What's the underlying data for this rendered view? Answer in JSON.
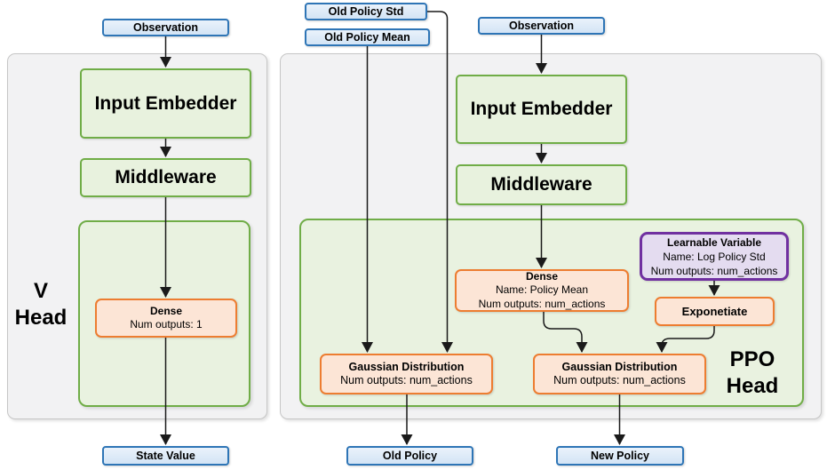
{
  "colors": {
    "blue_border": "#2e75b6",
    "blue_fill": "#dbe9f7",
    "green_border": "#70ad47",
    "green_fill": "#e8f2de",
    "orange_border": "#ed7d31",
    "orange_fill": "#fce5d6",
    "purple_border": "#7030a0",
    "purple_fill": "#e4dcf0",
    "panel_fill": "#f2f2f3",
    "wire": "#1a1a1a"
  },
  "v_head": {
    "label_line1": "V",
    "label_line2": "Head",
    "observation": "Observation",
    "input_embedder": "Input Embedder",
    "middleware": "Middleware",
    "dense": {
      "title": "Dense",
      "num_outputs": "Num outputs: 1"
    },
    "state_value": "State Value"
  },
  "ppo_head": {
    "label_line1": "PPO",
    "label_line2": "Head",
    "old_policy_std": "Old Policy Std",
    "old_policy_mean": "Old Policy Mean",
    "observation": "Observation",
    "input_embedder": "Input Embedder",
    "middleware": "Middleware",
    "dense": {
      "title": "Dense",
      "name": "Name: Policy Mean",
      "num_outputs": "Num outputs: num_actions"
    },
    "learnable_variable": {
      "title": "Learnable Variable",
      "name": "Name: Log Policy Std",
      "num_outputs": "Num outputs: num_actions"
    },
    "exponetiate": "Exponetiate",
    "gaussian_old": {
      "title": "Gaussian Distribution",
      "num_outputs": "Num outputs: num_actions"
    },
    "gaussian_new": {
      "title": "Gaussian Distribution",
      "num_outputs": "Num outputs: num_actions"
    },
    "old_policy": "Old Policy",
    "new_policy": "New Policy"
  }
}
